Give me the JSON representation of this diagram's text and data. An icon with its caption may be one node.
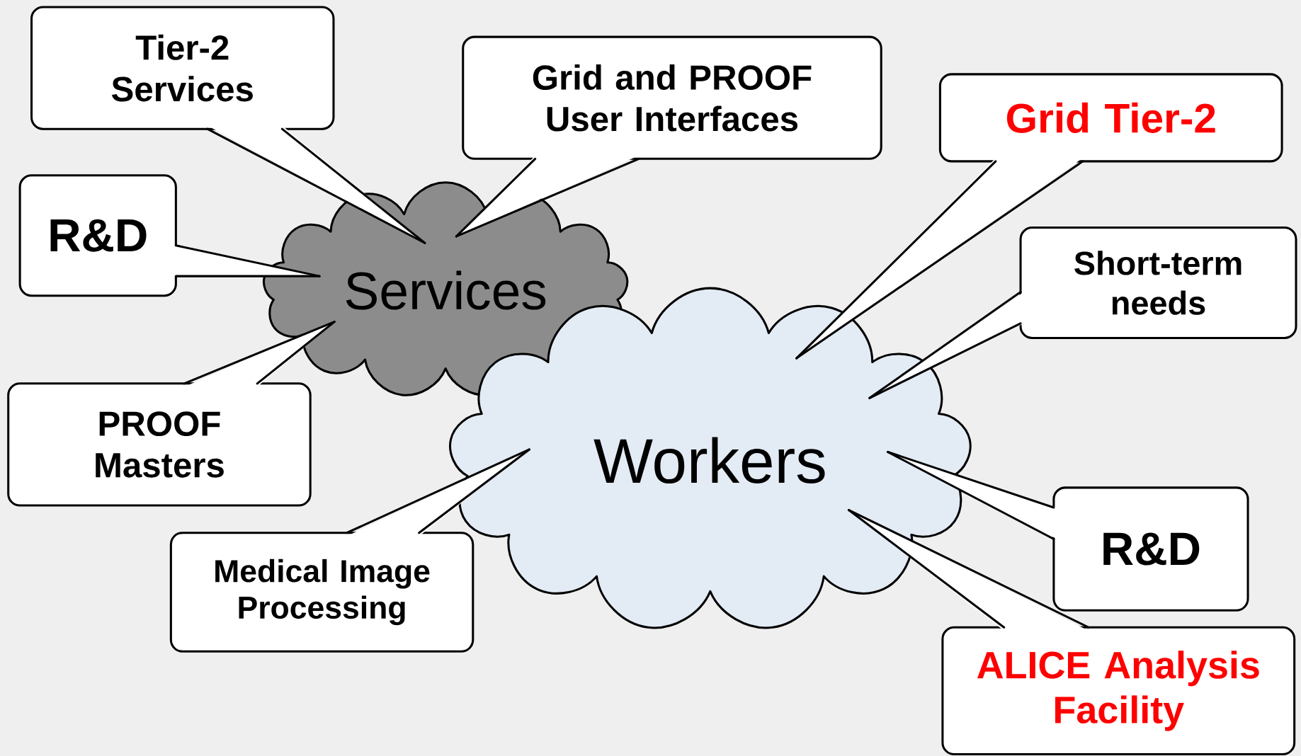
{
  "diagram": {
    "nodes": [
      {
        "text": [
          "Tier-2 Services"
        ]
      },
      {
        "text": [
          "Grid and PROOF User Interfaces"
        ]
      },
      {
        "text": [
          "Grid Tier-2"
        ]
      },
      {
        "text": [
          "R&D"
        ]
      },
      {
        "text": [
          "Services"
        ]
      },
      {
        "text": [
          "Short-term needs"
        ]
      },
      {
        "text": [
          "PROOF Masters"
        ]
      },
      {
        "text": [
          "Workers"
        ]
      },
      {
        "text": [
          "Medical Image Processing"
        ]
      },
      {
        "text": [
          "R&D"
        ]
      },
      {
        "text": [
          "ALICE Analysis Facility"
        ]
      }
    ],
    "edges": [
      {
        "from": 0,
        "to": 4,
        "arrow": "none"
      },
      {
        "from": 1,
        "to": 4,
        "arrow": "none"
      },
      {
        "from": 2,
        "to": 7,
        "arrow": "none"
      },
      {
        "from": 3,
        "to": 4,
        "arrow": "none"
      },
      {
        "from": 5,
        "to": 7,
        "arrow": "none"
      },
      {
        "from": 6,
        "to": 4,
        "arrow": "none"
      },
      {
        "from": 8,
        "to": 7,
        "arrow": "none"
      },
      {
        "from": 9,
        "to": 7,
        "arrow": "none"
      },
      {
        "from": 10,
        "to": 7,
        "arrow": "none"
      }
    ]
  }
}
